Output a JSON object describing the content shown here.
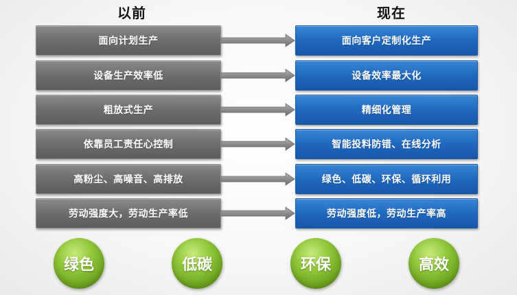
{
  "headings": {
    "before": "以前",
    "now": "现在"
  },
  "rows": [
    {
      "before": "面向计划生产",
      "now": "面向客户定制化生产"
    },
    {
      "before": "设备生产效率低",
      "now": "设备效率最大化"
    },
    {
      "before": "粗放式生产",
      "now": "精细化管理"
    },
    {
      "before": "依靠员工责任心控制",
      "now": "智能投料防错、在线分析"
    },
    {
      "before": "高粉尘、高噪音、高排放",
      "now": "绿色、低碳、环保、循环利用"
    },
    {
      "before": "劳动强度大，劳动生产率低",
      "now": "劳动强度低，劳动生产率高"
    }
  ],
  "benefits": [
    "绿色",
    "低碳",
    "环保",
    "高效"
  ],
  "colors": {
    "before_box": "#6f6f6f",
    "now_box": "#1f68c0",
    "arrow": "#8c8c8c",
    "benefit_circle": "#7fb52b"
  }
}
